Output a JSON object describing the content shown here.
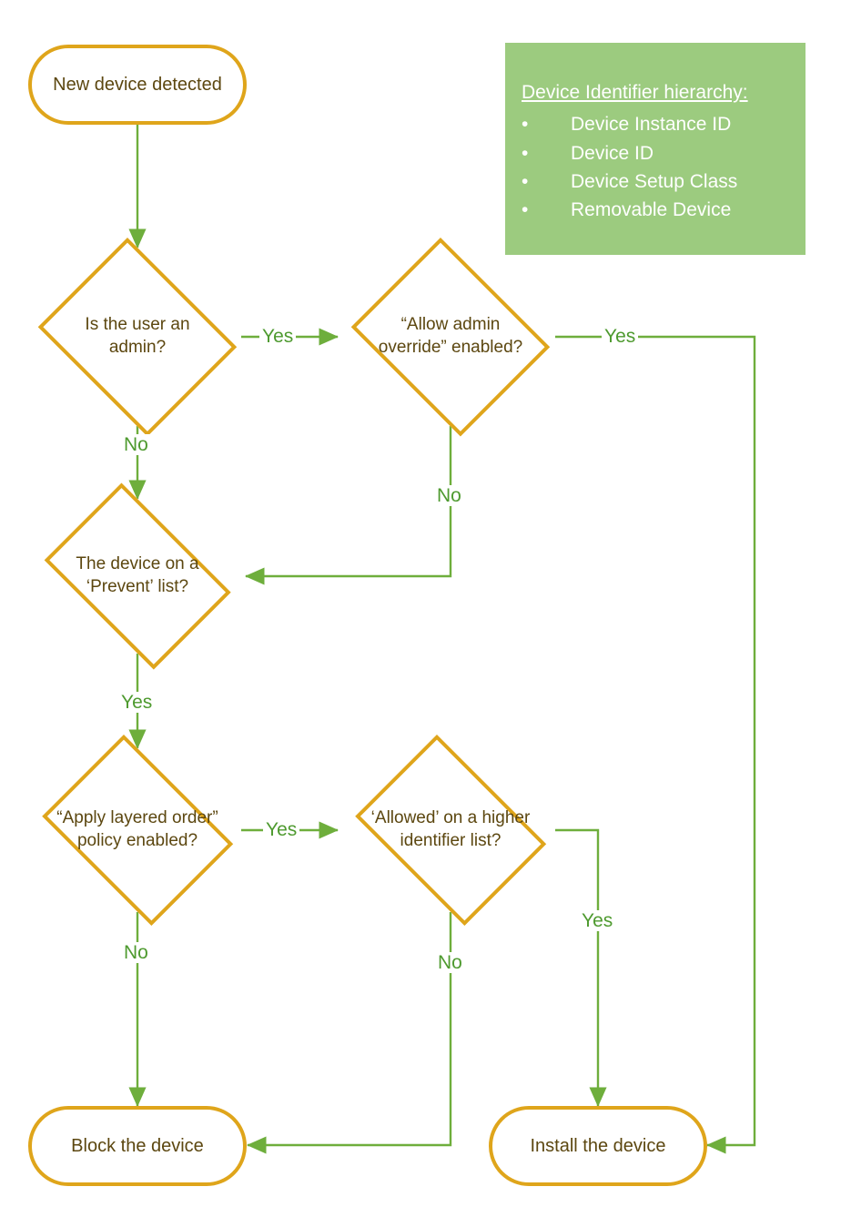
{
  "diagram": {
    "title": "Device installation policy evaluation flowchart",
    "colors": {
      "node_border": "#DFA51B",
      "node_text": "#5C4710",
      "connector": "#6EAE3C",
      "edge_label": "#4E9A2F",
      "legend_fill": "#9CCB7F",
      "legend_text": "#FFFFFF",
      "background": "#FFFFFF"
    },
    "nodes": [
      {
        "id": "start",
        "type": "terminator",
        "label": "New device detected"
      },
      {
        "id": "is_admin",
        "type": "decision",
        "label": "Is the user an admin?"
      },
      {
        "id": "admin_override",
        "type": "decision",
        "label": "“Allow admin override” enabled?"
      },
      {
        "id": "prevent_list",
        "type": "decision",
        "label": "The device on a ‘Prevent’ list?"
      },
      {
        "id": "layered_order",
        "type": "decision",
        "label": "“Apply layered order” policy enabled?"
      },
      {
        "id": "higher_list",
        "type": "decision",
        "label": "‘Allowed’ on a higher identifier list?"
      },
      {
        "id": "block",
        "type": "terminator",
        "label": "Block the device"
      },
      {
        "id": "install",
        "type": "terminator",
        "label": "Install the device"
      }
    ],
    "edges": [
      {
        "from": "start",
        "to": "is_admin",
        "label": ""
      },
      {
        "from": "is_admin",
        "to": "admin_override",
        "label": "Yes"
      },
      {
        "from": "is_admin",
        "to": "prevent_list",
        "label": "No"
      },
      {
        "from": "admin_override",
        "to": "install",
        "label": "Yes"
      },
      {
        "from": "admin_override",
        "to": "prevent_list",
        "label": "No"
      },
      {
        "from": "prevent_list",
        "to": "layered_order",
        "label": "Yes"
      },
      {
        "from": "layered_order",
        "to": "higher_list",
        "label": "Yes"
      },
      {
        "from": "layered_order",
        "to": "block",
        "label": "No"
      },
      {
        "from": "higher_list",
        "to": "install",
        "label": "Yes"
      },
      {
        "from": "higher_list",
        "to": "block",
        "label": "No"
      }
    ],
    "edge_labels": {
      "is_admin_yes": "Yes",
      "is_admin_no": "No",
      "admin_override_yes": "Yes",
      "admin_override_no": "No",
      "prevent_list_yes": "Yes",
      "layered_order_yes": "Yes",
      "layered_order_no": "No",
      "higher_list_yes": "Yes",
      "higher_list_no": "No"
    },
    "legend": {
      "title": "Device Identifier hierarchy:",
      "bullet_glyph": "•",
      "items": [
        "Device Instance ID",
        "Device ID",
        "Device Setup Class",
        "Removable Device"
      ]
    }
  }
}
